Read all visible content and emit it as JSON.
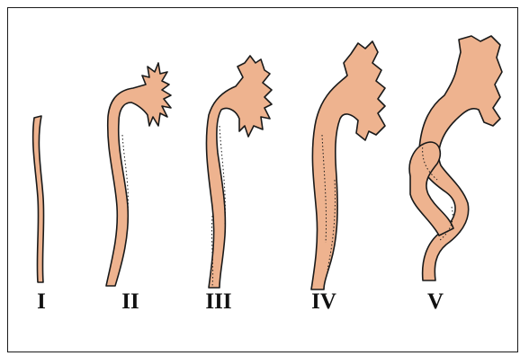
{
  "figure": {
    "colors": {
      "fill": "#eeb38f",
      "outline": "#1a1a1a",
      "background": "#ffffff"
    },
    "stages": [
      {
        "label": "I"
      },
      {
        "label": "II"
      },
      {
        "label": "III"
      },
      {
        "label": "IV"
      },
      {
        "label": "V"
      }
    ]
  }
}
